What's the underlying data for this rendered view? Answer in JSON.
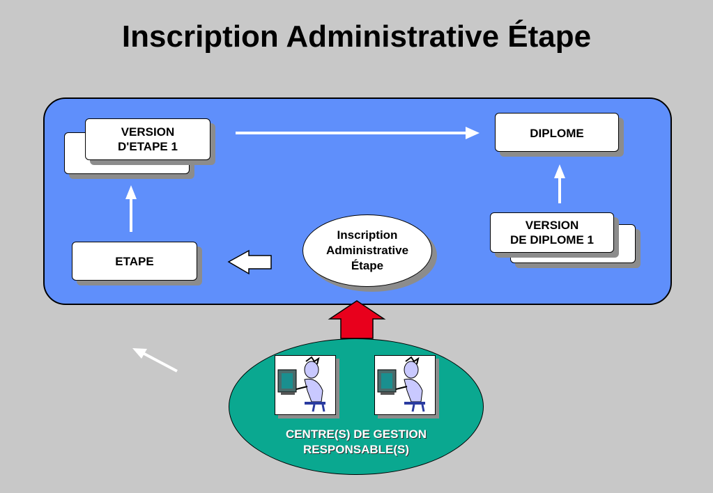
{
  "title": "Inscription Administrative Étape",
  "boxes": {
    "version_etape": "VERSION\nD'ETAPE 1",
    "diplome": "DIPLOME",
    "version_diplome": "VERSION\nDE DIPLOME 1",
    "etape": "ETAPE"
  },
  "iae": "Inscription\nAdministrative\nÉtape",
  "centre": "CENTRE(S) DE GESTION\nRESPONSABLE(S)",
  "colors": {
    "background": "#c8c8c8",
    "panel": "#5f8ffb",
    "green_ellipse": "#0aa890",
    "red_arrow": "#e8001c"
  },
  "icons": [
    "user-at-computer-icon",
    "user-at-computer-icon"
  ]
}
